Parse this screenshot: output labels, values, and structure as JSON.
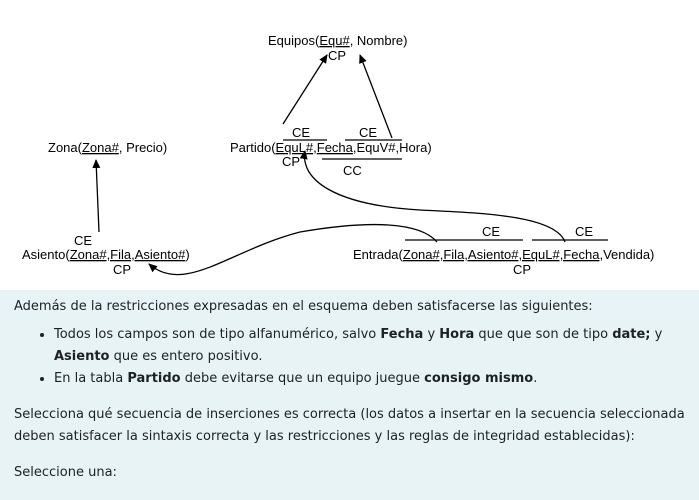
{
  "diagram": {
    "equipos": {
      "name": "Equipos(",
      "key": "Equ#",
      "rest": ", Nombre)",
      "cp": "CP"
    },
    "zona": {
      "name": "Zona(",
      "key": "Zona#",
      "rest": ", Precio)"
    },
    "partido": {
      "name": "Partido(",
      "k1": "EquL#",
      "sep1": ",",
      "k2": "Fecha",
      "rest": ",EquV#,Hora)",
      "cp": "CP",
      "cc": "CC",
      "ce1": "CE",
      "ce2": "CE"
    },
    "asiento": {
      "name": "Asiento(",
      "keys": "Zona#,Fila,Asiento#",
      "close": ")",
      "cp": "CP",
      "ce": "CE"
    },
    "entrada": {
      "name": "Entrada(",
      "keys": "Zona#,Fila,Asiento#,EquL#,Fecha",
      "rest": ",Vendida)",
      "cp": "CP",
      "ce1": "CE",
      "ce2": "CE"
    }
  },
  "text": {
    "intro": "Además de la restricciones expresadas en el esquema deben satisfacerse las siguientes:",
    "b1_a": "Todos los campos son de tipo alfanumérico, salvo ",
    "b1_fecha": "Fecha",
    "b1_y": " y ",
    "b1_hora": "Hora",
    "b1_b": " que que son de tipo ",
    "b1_date": "date;",
    "b1_y2": " y ",
    "b1_asiento": "Asiento",
    "b1_c": " que es entero positivo.",
    "b2_a": "En la tabla ",
    "b2_partido": "Partido",
    "b2_b": " debe evitarse que un equipo juegue ",
    "b2_consigo": "consigo mismo",
    "b2_c": ".",
    "question": "Selecciona qué secuencia de inserciones es correcta (los datos a insertar en la secuencia seleccionada deben satisfacer la sintaxis correcta y las restricciones y las reglas de integridad establecidas):",
    "select": "Seleccione una:"
  }
}
